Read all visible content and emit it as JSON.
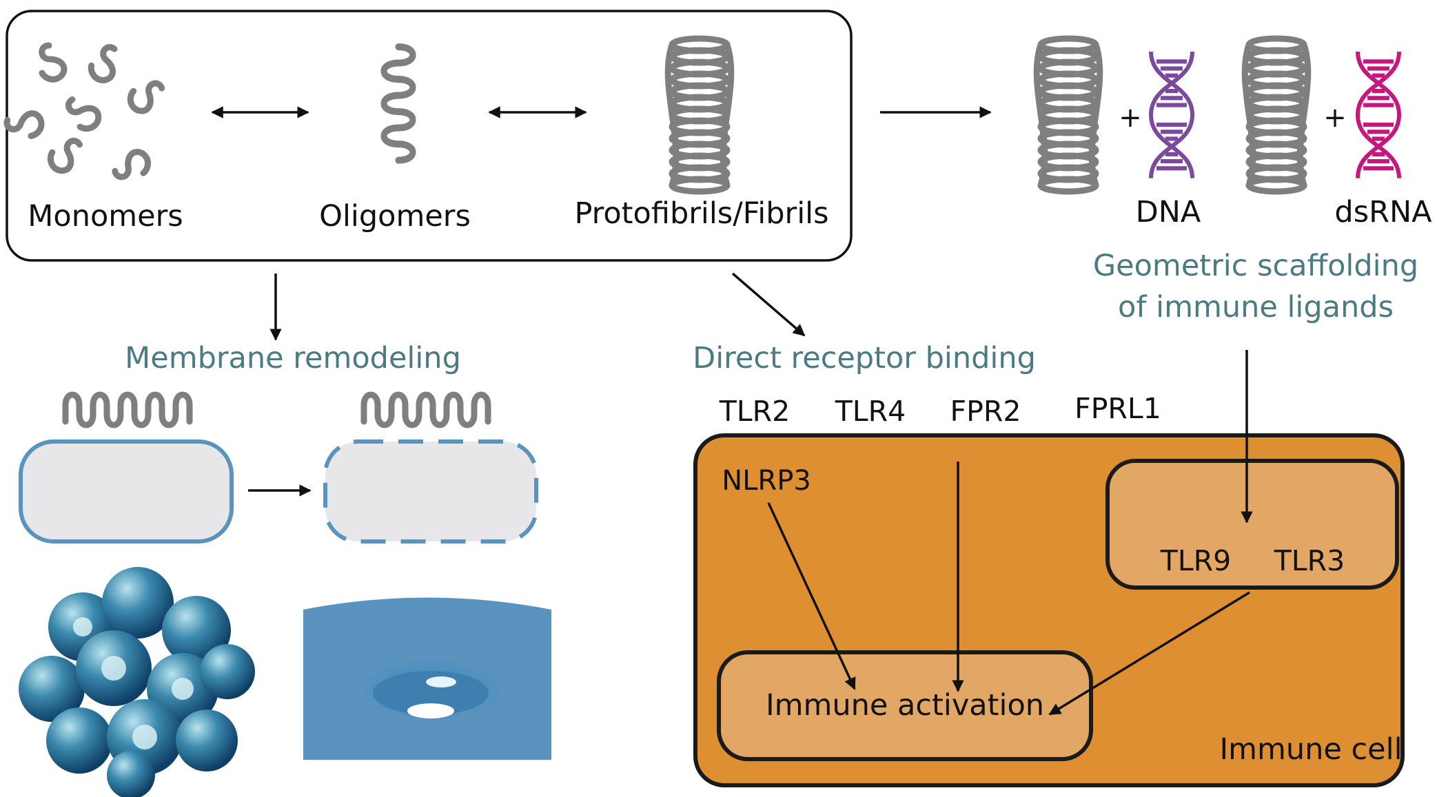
{
  "aggregation": {
    "monomers_label": "Monomers",
    "oligomers_label": "Oligomers",
    "fibrils_label": "Protofibrils/Fibrils"
  },
  "nucleic_acids": {
    "plus_sign": "+",
    "dna_label": "DNA",
    "dsrna_label": "dsRNA",
    "scaffolding_line1": "Geometric scaffolding",
    "scaffolding_line2": "of immune ligands"
  },
  "membrane": {
    "title": "Membrane remodeling"
  },
  "receptor": {
    "title": "Direct receptor binding",
    "receptors": [
      "TLR2",
      "TLR4",
      "FPR2",
      "FPRL1"
    ]
  },
  "immune_cell": {
    "cell_label": "Immune cell",
    "nlrp3": "NLRP3",
    "tlr9": "TLR9",
    "tlr3": "TLR3",
    "activation": "Immune activation"
  },
  "colors": {
    "protein_gray": "#7f7f80",
    "dna_purple": "#7b4a9e",
    "dsrna_magenta": "#c6177f",
    "membrane_blue": "#5a93be",
    "membrane_fill": "#e7e7e9",
    "cell_orange": "#de8f31",
    "compartment_orange": "#e2a764",
    "label_teal": "#4a7a82"
  }
}
